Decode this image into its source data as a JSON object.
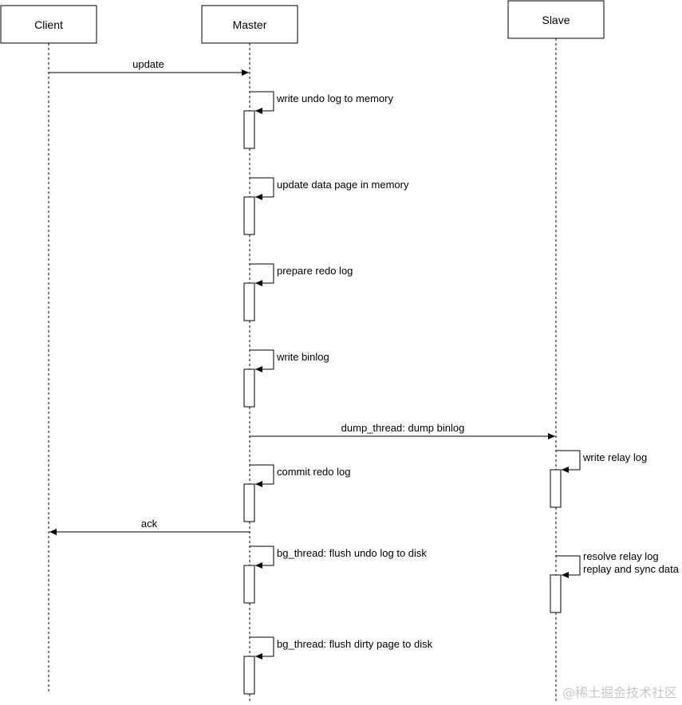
{
  "participants": {
    "client": "Client",
    "master": "Master",
    "slave": "Slave"
  },
  "messages": {
    "update": "update",
    "write_undo_log": "write undo log to memory",
    "update_data_page": "update data page in memory",
    "prepare_redo_log": "prepare redo log",
    "write_binlog": "write binlog",
    "dump_binlog": "dump_thread: dump binlog",
    "write_relay_log": "write relay log",
    "commit_redo_log": "commit redo log",
    "ack": "ack",
    "flush_undo_log": "bg_thread: flush undo log to disk",
    "resolve_relay_log_line1": "resolve relay log",
    "resolve_relay_log_line2": "replay and sync data",
    "flush_dirty_page": "bg_thread: flush dirty page to disk"
  },
  "watermark": "@稀土掘金技术社区"
}
